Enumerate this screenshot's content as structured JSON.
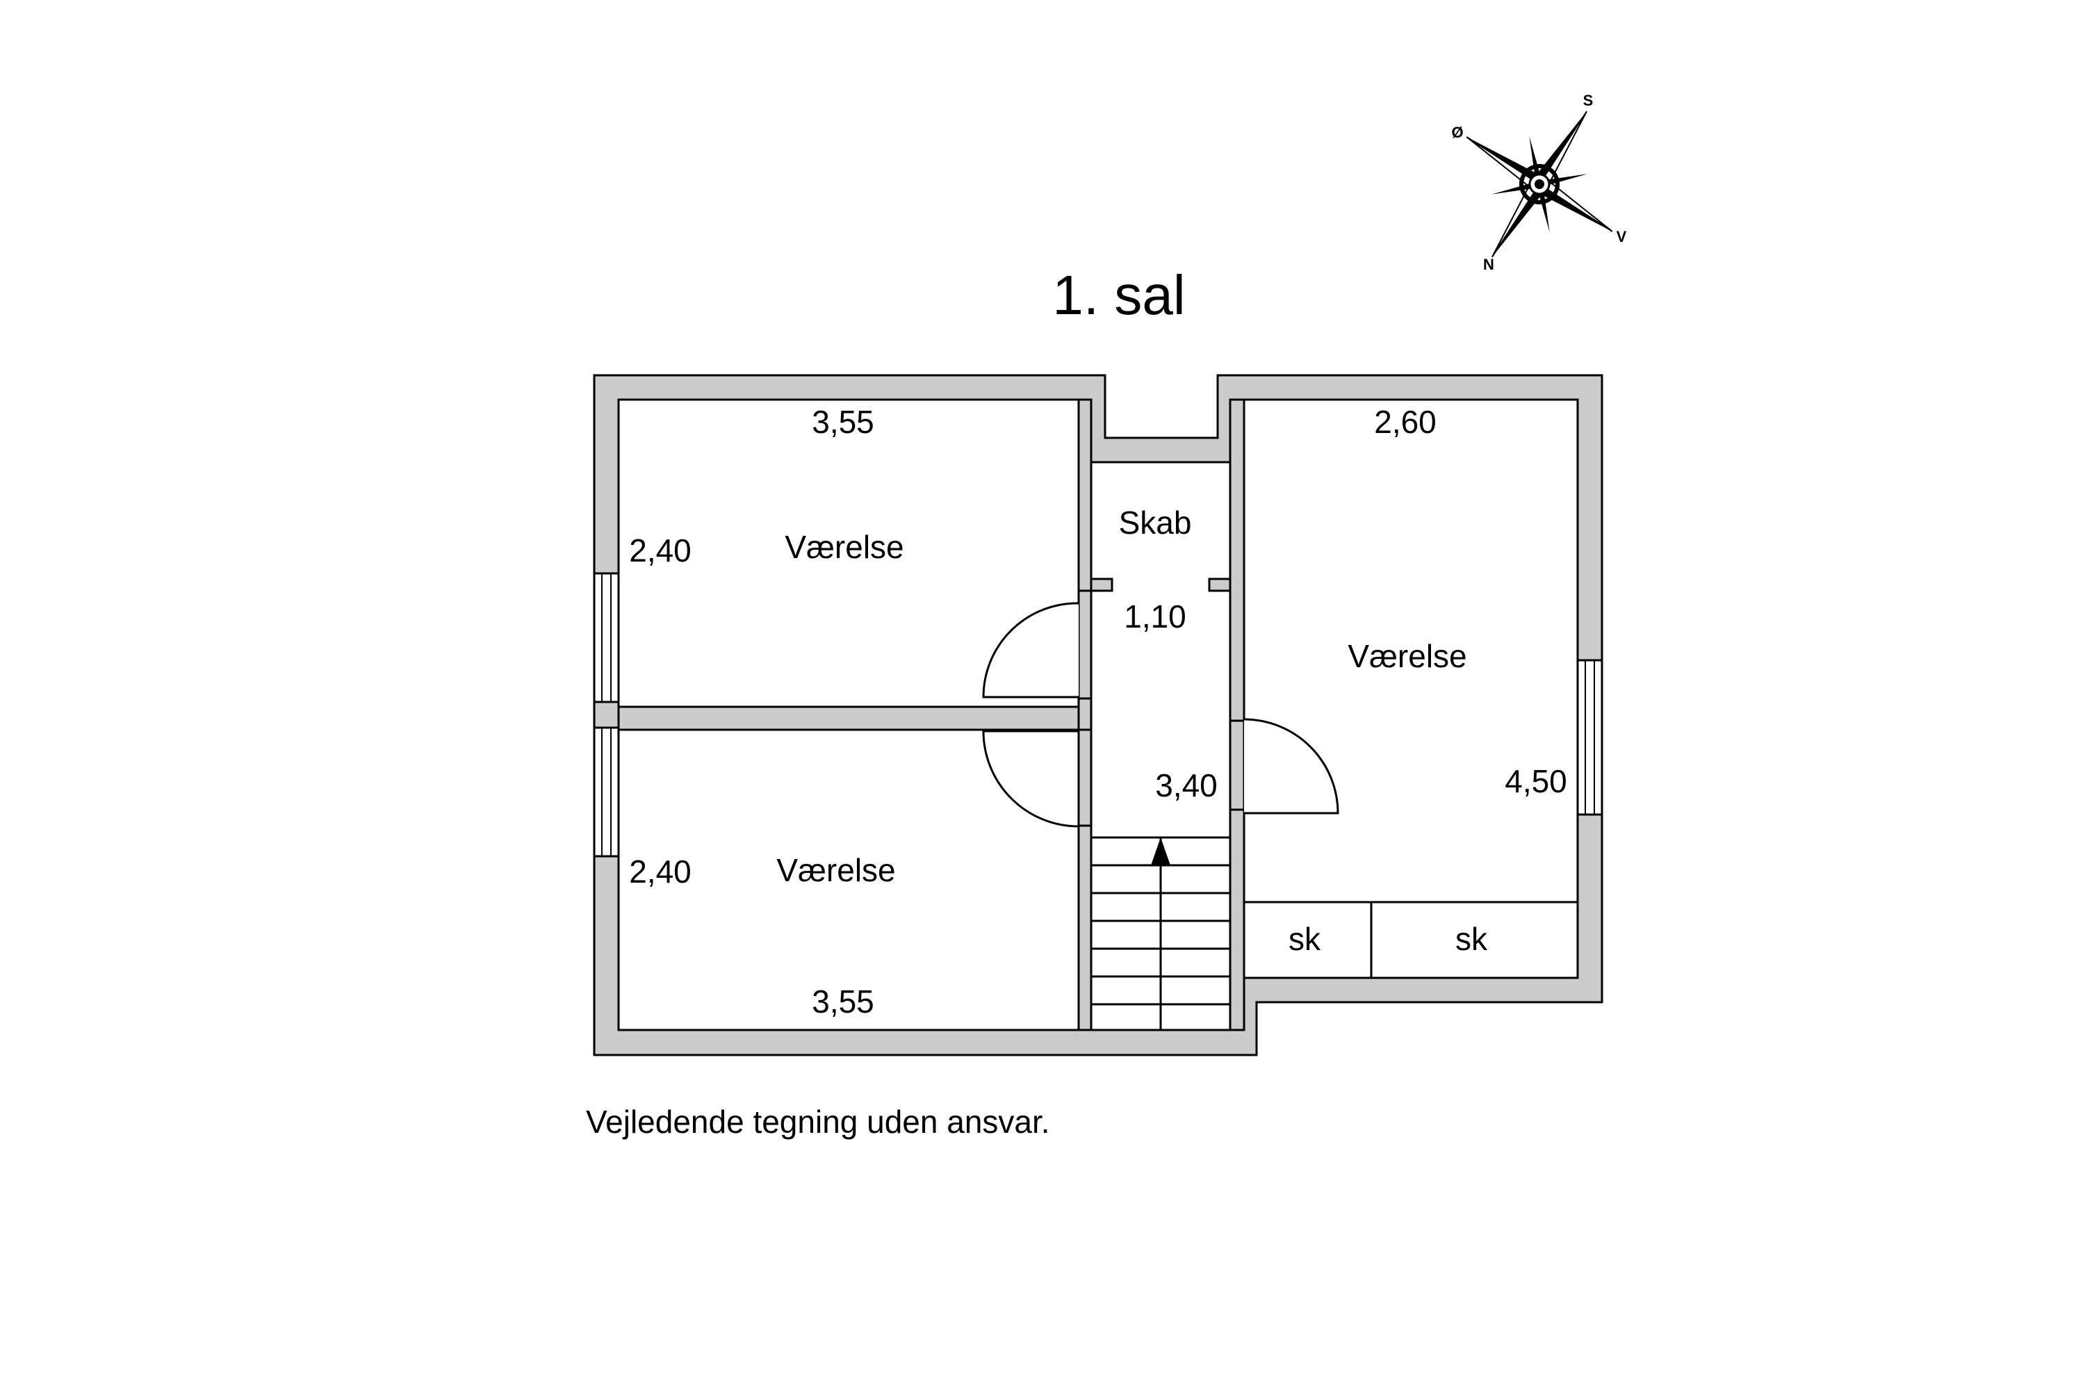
{
  "title": "1. sal",
  "footer_note": "Vejledende tegning uden ansvar.",
  "compass": {
    "north": "N",
    "south": "S",
    "east": "Ø",
    "west": "V"
  },
  "rooms": {
    "top_left": {
      "name": "Værelse",
      "width": "3,55",
      "depth": "2,40"
    },
    "bottom_left": {
      "name": "Værelse",
      "width": "3,55",
      "depth": "2,40"
    },
    "right": {
      "name": "Værelse",
      "width": "2,60",
      "depth": "4,50"
    },
    "closet": {
      "name": "Skab",
      "width": "1,10"
    },
    "hall": {
      "length": "3,40"
    },
    "wardrobe_1": {
      "name": "sk"
    },
    "wardrobe_2": {
      "name": "sk"
    }
  },
  "colors": {
    "wall_fill": "#cccccc",
    "line": "#000000",
    "background": "#ffffff"
  }
}
